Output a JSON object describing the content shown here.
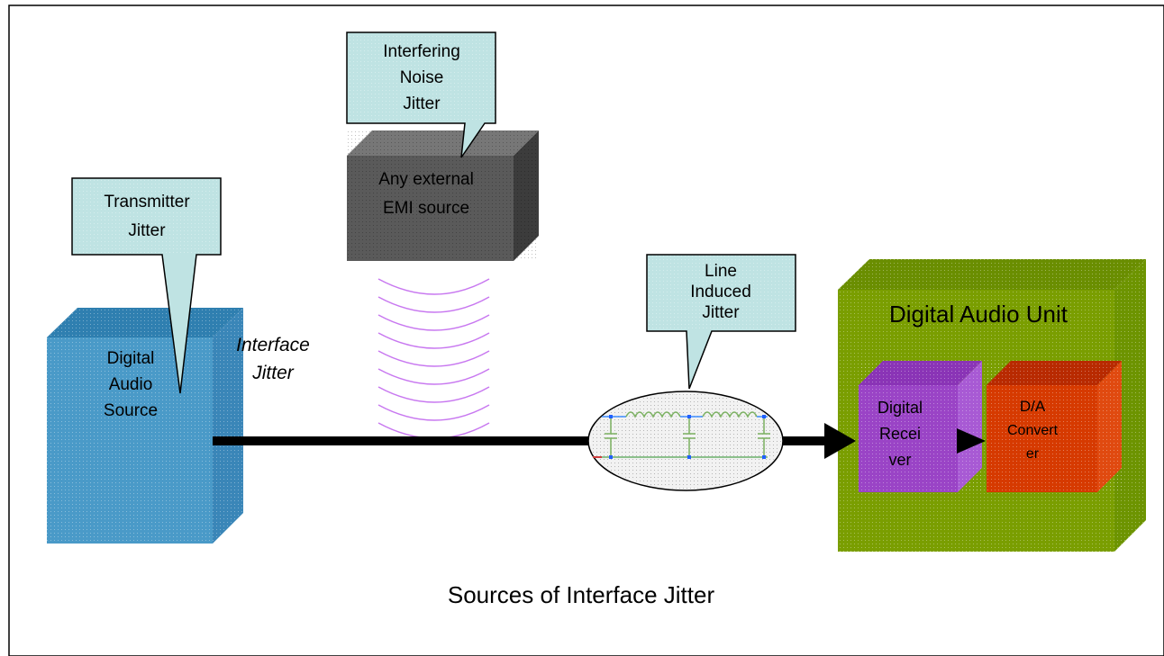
{
  "caption": "Sources of Interface Jitter",
  "callouts": {
    "interfering": [
      "Interfering",
      "Noise",
      "Jitter"
    ],
    "transmitter": [
      "Transmitter",
      "Jitter"
    ],
    "line": [
      "Line",
      "Induced",
      "Jitter"
    ]
  },
  "boxes": {
    "emi": [
      "Any external",
      "EMI source"
    ],
    "source": [
      "Digital",
      "Audio",
      "Source"
    ],
    "unit_title": "Digital Audio Unit",
    "receiver": [
      "Digital",
      "Recei",
      "ver"
    ],
    "converter": [
      "D/A",
      "Convert",
      "er"
    ]
  },
  "interface_jitter": [
    "Interface",
    "Jitter"
  ],
  "colors": {
    "callout_fill": "#bfe3e3",
    "source_front": "#4a9ac8",
    "emi_front": "#5a5a5a",
    "unit_front": "#7a9e00",
    "receiver_front": "#9a44c6",
    "converter_front": "#d63a00",
    "wave": "#c878f0"
  }
}
